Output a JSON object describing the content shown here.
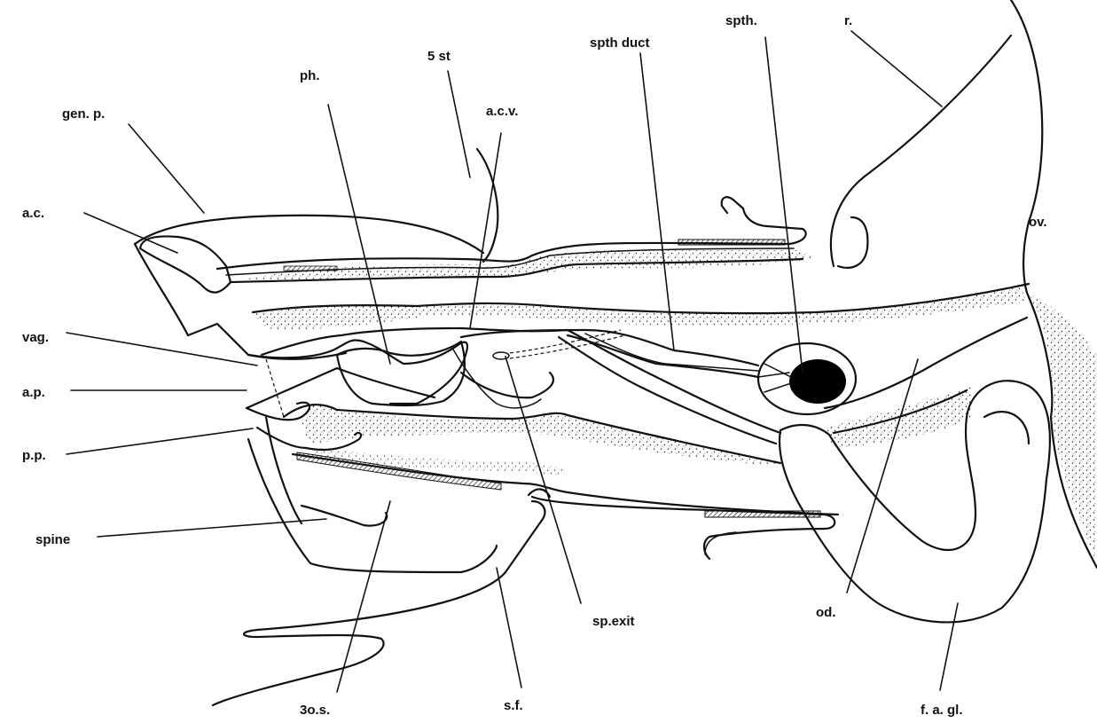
{
  "labels": {
    "gen_p": "gen. p.",
    "ph": "ph.",
    "five_st": "5 st",
    "acv": "a.c.v.",
    "spth_duct": "spth duct",
    "spth": "spth.",
    "r": "r.",
    "ov": "ov.",
    "ac": "a.c.",
    "vag": "vag.",
    "ap": "a.p.",
    "pp": "p.p.",
    "spine": "spine",
    "sp_exit": "sp.exit",
    "od": "od.",
    "three_os": "3o.s.",
    "sf": "s.f.",
    "fagl": "f. a. gl."
  },
  "icons": [
    "stipple-texture",
    "hatched-sclerite"
  ],
  "colors": {
    "ink": "#111111",
    "background": "#ffffff"
  }
}
